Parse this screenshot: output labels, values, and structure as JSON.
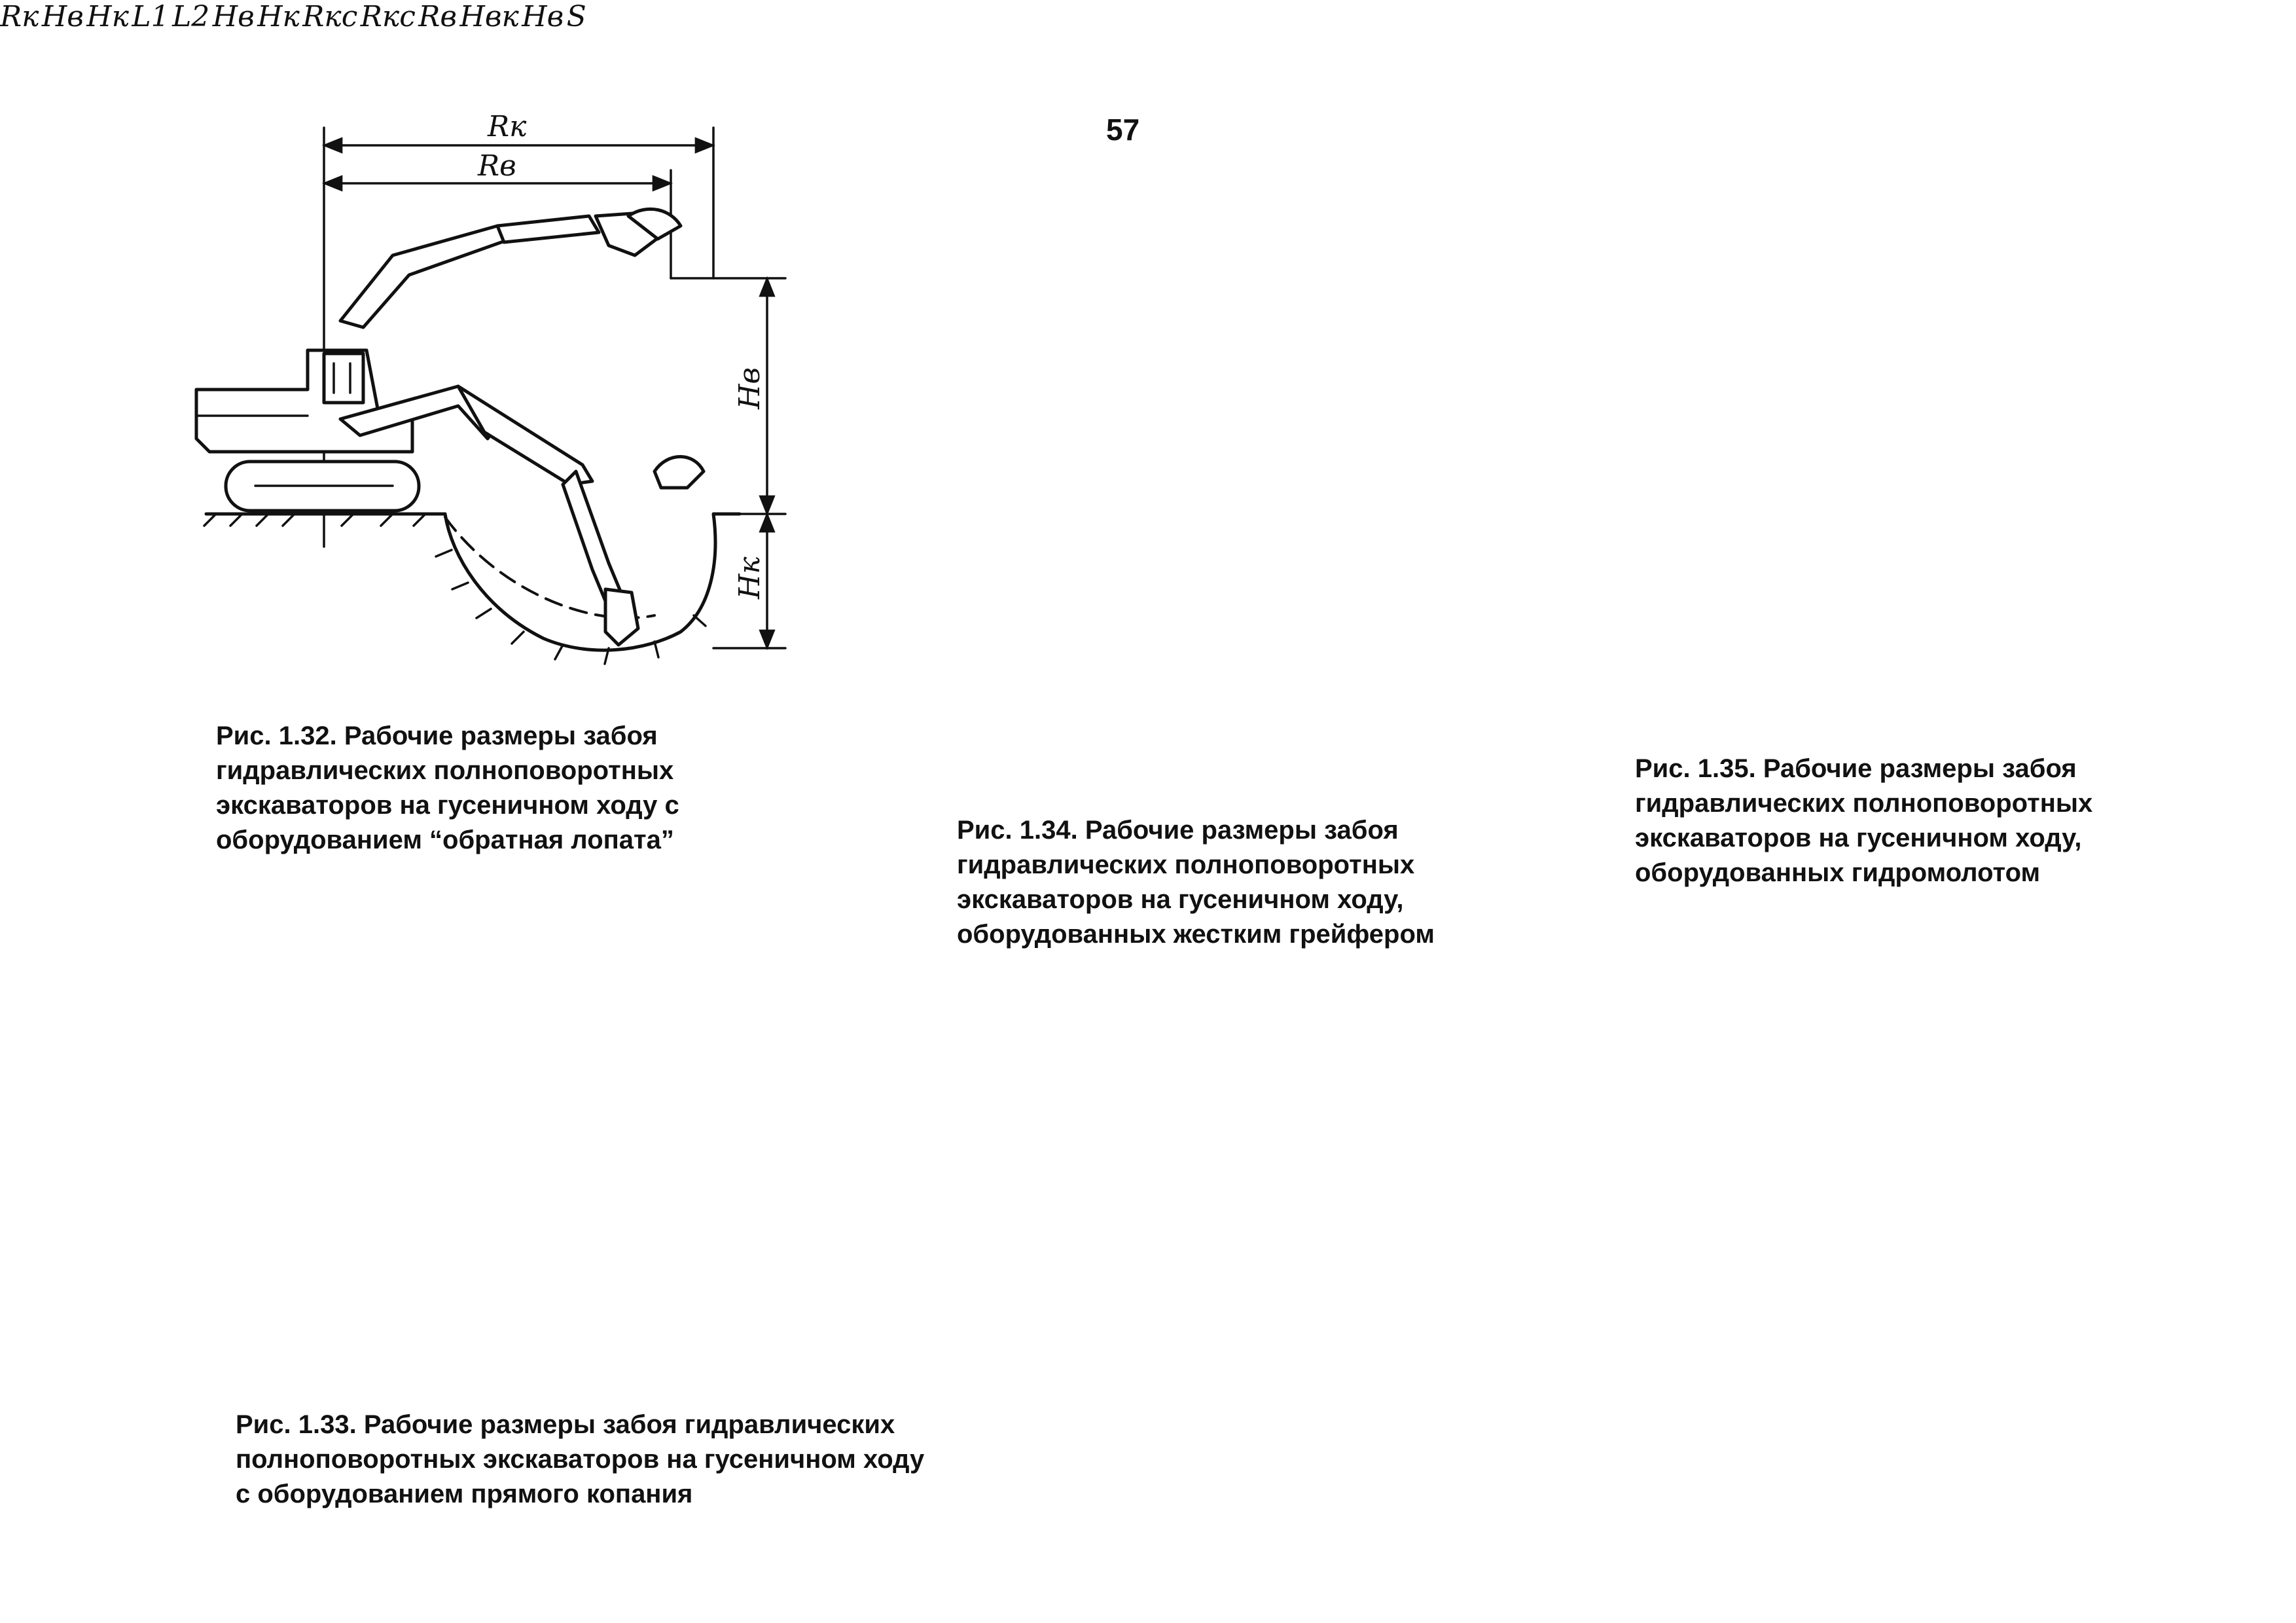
{
  "page_number": "57",
  "figures": {
    "fig_1_32": {
      "caption_lines": [
        "Рис. 1.32. Рабочие размеры забоя",
        "гидравлических полноповоротных",
        "экскаваторов на гусеничном ходу с",
        "оборудованием “обратная лопата”"
      ],
      "labels": {
        "rk": "Rк",
        "rv": "Rв",
        "hv": "Hв",
        "hk": "Hк"
      }
    },
    "fig_1_33": {
      "caption_lines": [
        "Рис. 1.33. Рабочие размеры забоя гидравлических",
        "полноповоротных экскаваторов на гусеничном ходу",
        "с оборудованием прямого копания"
      ],
      "labels": {
        "rkc": "Rкс",
        "rv": "Rв",
        "hvk": "Hвк",
        "hv": "Hв",
        "s": "S"
      }
    },
    "fig_1_34": {
      "caption_lines": [
        "Рис. 1.34. Рабочие размеры забоя",
        "гидравлических полноповоротных",
        "экскаваторов на гусеничном ходу,",
        "оборудованных жестким грейфером"
      ],
      "labels": {
        "rk": "Rк",
        "hv": "Hв",
        "hk": "Hк"
      }
    },
    "fig_1_35": {
      "caption_lines": [
        "Рис. 1.35. Рабочие размеры забоя",
        "гидравлических полноповоротных",
        "экскаваторов на гусеничном ходу,",
        "оборудованных гидромолотом"
      ],
      "labels": {
        "l1": "L1",
        "l2": "L2",
        "hv": "Hв",
        "rkc": "Rкс",
        "hk": "Hк"
      }
    }
  }
}
